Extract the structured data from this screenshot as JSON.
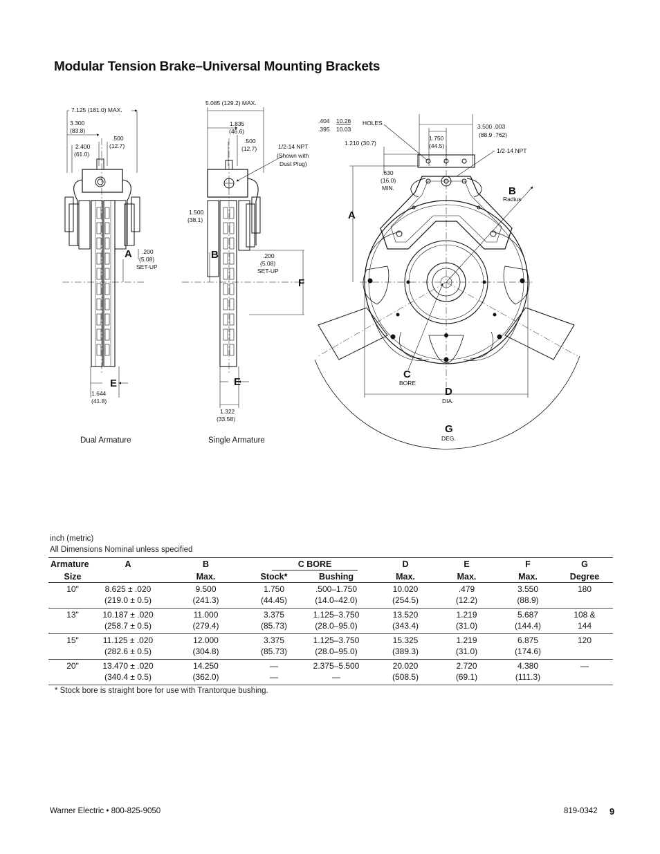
{
  "page": {
    "title": "Modular Tension Brake–Universal Mounting Brackets",
    "units_note": "inch (metric)",
    "nominal_note": "All Dimensions Nominal unless specified",
    "footnote": "* Stock bore is straight bore for use with Trantorque bushing.",
    "footer_company": "Warner Electric • 800-825-9050",
    "footer_doc": "819-0342",
    "page_number": "9"
  },
  "drawing": {
    "dual": {
      "caption": "Dual Armature",
      "max_width_label": "7.125 (181.0)  MAX.",
      "dim_3300_a": "3.300",
      "dim_3300_b": "(83.8)",
      "dim_500_a": ".500",
      "dim_500_b": "(12.7)",
      "dim_2400_a": "2.400",
      "dim_2400_b": "(61.0)",
      "setup_a": ".200",
      "setup_b": "(5.08)",
      "setup_c": "SET-UP",
      "dim_1644_a": "1.644",
      "dim_1644_b": "(41.8)",
      "letter_a": "A",
      "letter_e": "E"
    },
    "single": {
      "caption": "Single Armature",
      "max_width_label": "5.085 (129.2) MAX.",
      "dim_1835_a": "1.835",
      "dim_1835_b": "(46.6)",
      "dim_500_a": ".500",
      "dim_500_b": "(12.7)",
      "npt_a": "1/2-14 NPT",
      "npt_b": "(Shown with",
      "npt_c": "Dust Plug)",
      "dim_1500_a": "1.500",
      "dim_1500_b": "(38.1)",
      "setup_a": ".200",
      "setup_b": "(5.08)",
      "setup_c": "SET-UP",
      "dim_1322_a": "1.322",
      "dim_1322_b": "(33.58)",
      "letter_b": "B",
      "letter_e": "E",
      "letter_f": "F"
    },
    "front": {
      "hole_a": ".404",
      "hole_b": ".395",
      "hole_m1": "10.26",
      "hole_m2": "10.03",
      "holes_label": "HOLES",
      "dim_3500_a": "3.500  .003",
      "dim_3500_b": "(88.9  .762)",
      "dim_1750_a": "1.750",
      "dim_1750_b": "(44.5)",
      "dim_1210": "1.210 (30.7)",
      "npt": "1/2-14 NPT",
      "dim_630_a": ".630",
      "dim_630_b": "(16.0)",
      "dim_630_c": "MIN.",
      "letter_a": "A",
      "letter_b": "B",
      "radius": "Radius",
      "letter_c": "C",
      "bore": "BORE",
      "letter_d": "D",
      "dia": "DIA.",
      "letter_g": "G",
      "deg": "DEG."
    }
  },
  "table": {
    "headers": {
      "size_1": "Armature",
      "size_2": "Size",
      "a": "A",
      "b_1": "B",
      "b_2": "Max.",
      "cbore": "C BORE",
      "stock": "Stock*",
      "bushing": "Bushing",
      "d_1": "D",
      "d_2": "Max.",
      "e_1": "E",
      "e_2": "Max.",
      "f_1": "F",
      "f_2": "Max.",
      "g_1": "G",
      "g_2": "Degree"
    },
    "rows": [
      {
        "size": "10\"",
        "a1": "8.625 ± .020",
        "a2": "(219.0 ± 0.5)",
        "b1": "9.500",
        "b2": "(241.3)",
        "s1": "1.750",
        "s2": "(44.45)",
        "bu1": ".500–1.750",
        "bu2": "(14.0–42.0)",
        "d1": "10.020",
        "d2": "(254.5)",
        "e1": ".479",
        "e2": "(12.2)",
        "f1": "3.550",
        "f2": "(88.9)",
        "g1": "180",
        "g2": ""
      },
      {
        "size": "13\"",
        "a1": "10.187 ± .020",
        "a2": "(258.7 ± 0.5)",
        "b1": "11.000",
        "b2": "(279.4)",
        "s1": "3.375",
        "s2": "(85.73)",
        "bu1": "1.125–3.750",
        "bu2": "(28.0–95.0)",
        "d1": "13.520",
        "d2": "(343.4)",
        "e1": "1.219",
        "e2": "(31.0)",
        "f1": "5.687",
        "f2": "(144.4)",
        "g1": "108 &",
        "g2": "144"
      },
      {
        "size": "15\"",
        "a1": "11.125 ± .020",
        "a2": "(282.6 ± 0.5)",
        "b1": "12.000",
        "b2": "(304.8)",
        "s1": "3.375",
        "s2": "(85.73)",
        "bu1": "1.125–3.750",
        "bu2": "(28.0–95.0)",
        "d1": "15.325",
        "d2": "(389.3)",
        "e1": "1.219",
        "e2": "(31.0)",
        "f1": "6.875",
        "f2": "(174.6)",
        "g1": "120",
        "g2": ""
      },
      {
        "size": "20\"",
        "a1": "13.470 ± .020",
        "a2": "(340.4 ± 0.5)",
        "b1": "14.250",
        "b2": "(362.0)",
        "s1": "—",
        "s2": "—",
        "bu1": "2.375–5.500",
        "bu2": "—",
        "d1": "20.020",
        "d2": "(508.5)",
        "e1": "2.720",
        "e2": "(69.1)",
        "f1": "4.380",
        "f2": "(111.3)",
        "g1": "—",
        "g2": ""
      }
    ]
  }
}
